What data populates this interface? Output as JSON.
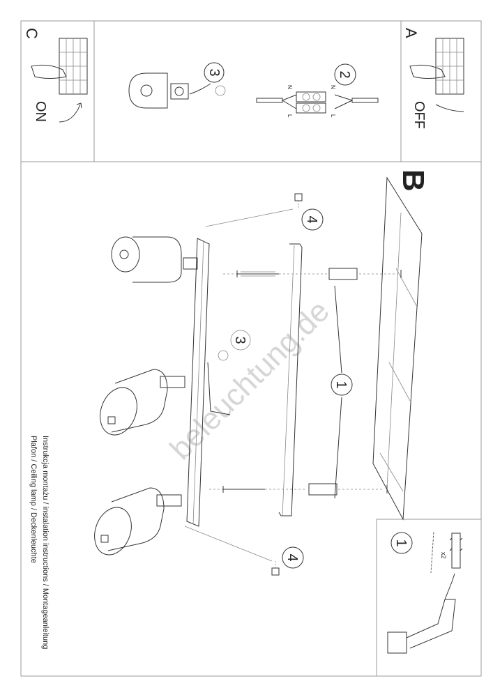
{
  "panels": {
    "c": {
      "letter": "C",
      "state": "ON"
    },
    "a": {
      "letter": "A",
      "state": "OFF"
    },
    "b": {
      "letter": "B"
    }
  },
  "steps": {
    "one": "1",
    "two": "2",
    "three": "3",
    "four": "4"
  },
  "wiring": {
    "neutral": "N",
    "live": "L"
  },
  "parts": {
    "quantity": "x2"
  },
  "watermark": "beleuchtung.de",
  "caption": {
    "line1": "Instrukcja montażu / instalation instructions / Montageanleitung",
    "line2": "Plafon / Ceiling lamp / Deckenleuchte"
  }
}
